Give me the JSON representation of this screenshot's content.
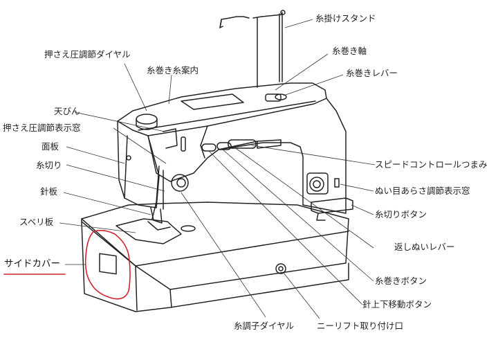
{
  "labels": {
    "thread_stand": "糸掛けスタンド",
    "presser_dial": "押さえ圧調節ダイヤル",
    "bobbin_guide": "糸巻き糸案内",
    "bobbin_shaft": "糸巻き軸",
    "bobbin_lever": "糸巻きレバー",
    "take_up": "天びん",
    "presser_window": "押さえ圧調節表示窓",
    "face_plate": "面板",
    "thread_cutter": "糸切り",
    "speed_knob": "スピードコントロールつまみ",
    "needle_plate": "針板",
    "stitch_window": "ぬい目あらさ調節表示窓",
    "slide_plate": "スベリ板",
    "cutter_button": "糸切りボタン",
    "side_cover": "サイドカバー",
    "reverse_lever": "返しぬいレバー",
    "winding_button": "糸巻きボタン",
    "needle_button": "針上下移動ボタン",
    "tension_dial": "糸調子ダイヤル",
    "knee_lift": "ニーリフト取り付け口"
  },
  "colors": {
    "line": "#222222",
    "highlight": "#d0202a"
  }
}
